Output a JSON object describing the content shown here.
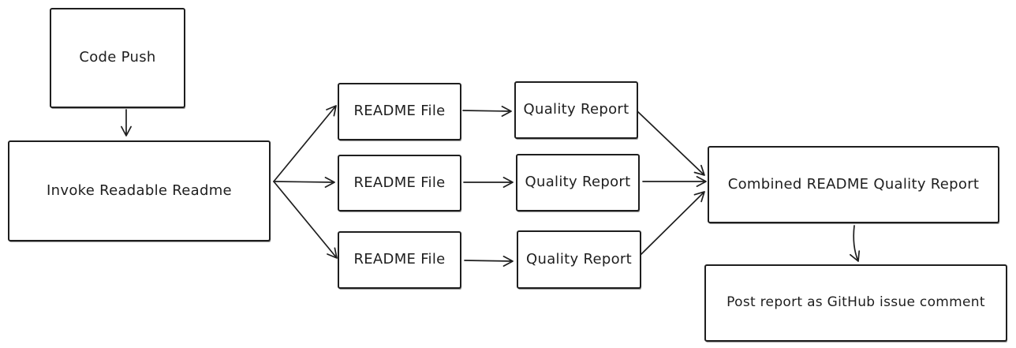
{
  "canvas": {
    "background": "#ffffff",
    "stroke_color": "#1e1e1e",
    "text_color": "#1e1e1e"
  },
  "nodes": {
    "code_push": {
      "label": "Code Push"
    },
    "invoke": {
      "label": "Invoke Readable Readme"
    },
    "readme_files": [
      {
        "label": "README File"
      },
      {
        "label": "README File"
      },
      {
        "label": "README File"
      }
    ],
    "quality_reports": [
      {
        "label": "Quality Report"
      },
      {
        "label": "Quality Report"
      },
      {
        "label": "Quality Report"
      }
    ],
    "combined": {
      "label": "Combined README Quality Report"
    },
    "post": {
      "label": "Post report as GitHub issue comment"
    }
  },
  "edges": [
    {
      "from": "Code Push",
      "to": "Invoke Readable Readme"
    },
    {
      "from": "Invoke Readable Readme",
      "to": "README File (1)"
    },
    {
      "from": "Invoke Readable Readme",
      "to": "README File (2)"
    },
    {
      "from": "Invoke Readable Readme",
      "to": "README File (3)"
    },
    {
      "from": "README File (1)",
      "to": "Quality Report (1)"
    },
    {
      "from": "README File (2)",
      "to": "Quality Report (2)"
    },
    {
      "from": "README File (3)",
      "to": "Quality Report (3)"
    },
    {
      "from": "Quality Report (1)",
      "to": "Combined README Quality Report"
    },
    {
      "from": "Quality Report (2)",
      "to": "Combined README Quality Report"
    },
    {
      "from": "Quality Report (3)",
      "to": "Combined README Quality Report"
    },
    {
      "from": "Combined README Quality Report",
      "to": "Post report as GitHub issue comment"
    }
  ]
}
